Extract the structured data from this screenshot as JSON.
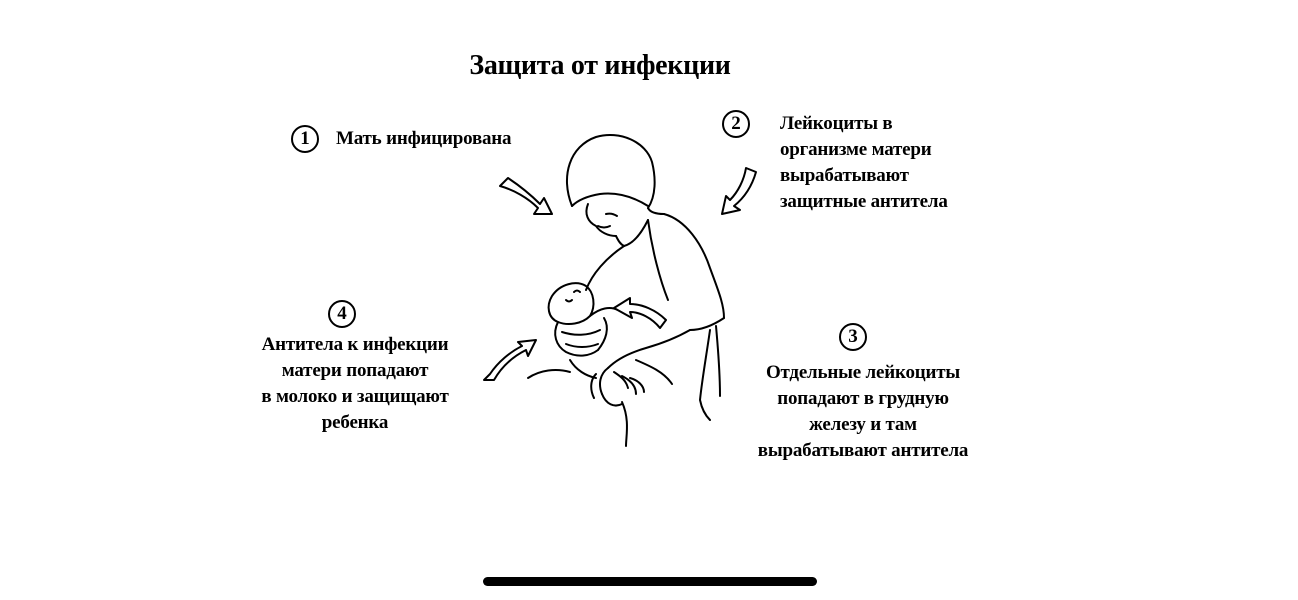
{
  "title": "Защита от инфекции",
  "steps": [
    {
      "number": "1",
      "lines": [
        "Мать инфицирована"
      ]
    },
    {
      "number": "2",
      "lines": [
        "Лейкоциты в",
        "организме матери",
        "вырабатывают",
        "защитные антитела"
      ]
    },
    {
      "number": "3",
      "lines": [
        "Отдельные лейкоциты",
        "попадают в грудную",
        "железу и там",
        "вырабатывают антитела"
      ]
    },
    {
      "number": "4",
      "lines": [
        "Антитела к инфекции",
        "матери попадают",
        "в молоко и защищают",
        "ребенка"
      ]
    }
  ],
  "icons": {
    "illustration": "mother-breastfeeding-illustration",
    "arrows": [
      "curved-arrow-icon"
    ]
  }
}
